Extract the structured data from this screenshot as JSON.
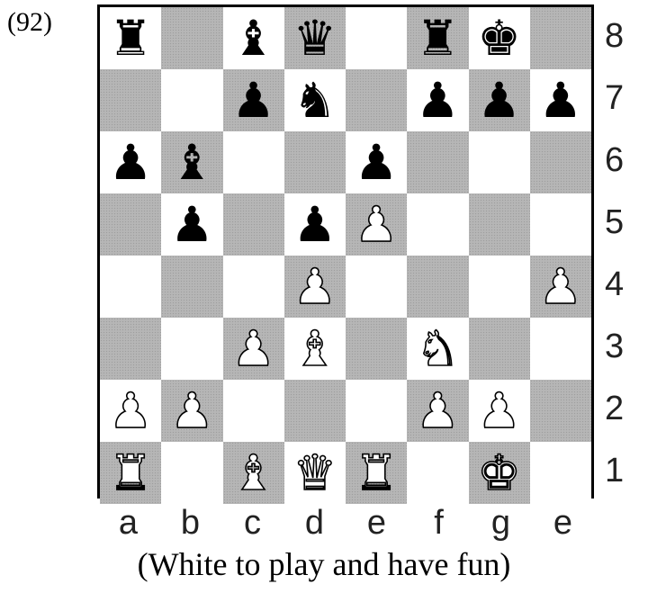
{
  "puzzle_number": "(92)",
  "caption": "(White to play and have fun)",
  "files": [
    "a",
    "b",
    "c",
    "d",
    "e",
    "f",
    "g",
    "e"
  ],
  "ranks": [
    "8",
    "7",
    "6",
    "5",
    "4",
    "3",
    "2",
    "1"
  ],
  "pieces": {
    "rank8": [
      {
        "glyph": "♜",
        "name": "black-rook-icon",
        "color": "black"
      },
      {
        "glyph": "",
        "name": "",
        "color": ""
      },
      {
        "glyph": "♝",
        "name": "black-bishop-icon",
        "color": "black"
      },
      {
        "glyph": "♛",
        "name": "black-queen-icon",
        "color": "black"
      },
      {
        "glyph": "",
        "name": "",
        "color": ""
      },
      {
        "glyph": "♜",
        "name": "black-rook-icon",
        "color": "black"
      },
      {
        "glyph": "♚",
        "name": "black-king-icon",
        "color": "black"
      },
      {
        "glyph": "",
        "name": "",
        "color": ""
      }
    ],
    "rank7": [
      {
        "glyph": "",
        "name": "",
        "color": ""
      },
      {
        "glyph": "",
        "name": "",
        "color": ""
      },
      {
        "glyph": "♟",
        "name": "black-pawn-icon",
        "color": "black"
      },
      {
        "glyph": "♞",
        "name": "black-knight-icon",
        "color": "black"
      },
      {
        "glyph": "",
        "name": "",
        "color": ""
      },
      {
        "glyph": "♟",
        "name": "black-pawn-icon",
        "color": "black"
      },
      {
        "glyph": "♟",
        "name": "black-pawn-icon",
        "color": "black"
      },
      {
        "glyph": "♟",
        "name": "black-pawn-icon",
        "color": "black"
      }
    ],
    "rank6": [
      {
        "glyph": "♟",
        "name": "black-pawn-icon",
        "color": "black"
      },
      {
        "glyph": "♝",
        "name": "black-bishop-icon",
        "color": "black"
      },
      {
        "glyph": "",
        "name": "",
        "color": ""
      },
      {
        "glyph": "",
        "name": "",
        "color": ""
      },
      {
        "glyph": "♟",
        "name": "black-pawn-icon",
        "color": "black"
      },
      {
        "glyph": "",
        "name": "",
        "color": ""
      },
      {
        "glyph": "",
        "name": "",
        "color": ""
      },
      {
        "glyph": "",
        "name": "",
        "color": ""
      }
    ],
    "rank5": [
      {
        "glyph": "",
        "name": "",
        "color": ""
      },
      {
        "glyph": "♟",
        "name": "black-pawn-icon",
        "color": "black"
      },
      {
        "glyph": "",
        "name": "",
        "color": ""
      },
      {
        "glyph": "♟",
        "name": "black-pawn-icon",
        "color": "black"
      },
      {
        "glyph": "♟",
        "name": "white-pawn-icon",
        "color": "white"
      },
      {
        "glyph": "",
        "name": "",
        "color": ""
      },
      {
        "glyph": "",
        "name": "",
        "color": ""
      },
      {
        "glyph": "",
        "name": "",
        "color": ""
      }
    ],
    "rank4": [
      {
        "glyph": "",
        "name": "",
        "color": ""
      },
      {
        "glyph": "",
        "name": "",
        "color": ""
      },
      {
        "glyph": "",
        "name": "",
        "color": ""
      },
      {
        "glyph": "♟",
        "name": "white-pawn-icon",
        "color": "white"
      },
      {
        "glyph": "",
        "name": "",
        "color": ""
      },
      {
        "glyph": "",
        "name": "",
        "color": ""
      },
      {
        "glyph": "",
        "name": "",
        "color": ""
      },
      {
        "glyph": "♟",
        "name": "white-pawn-icon",
        "color": "white"
      }
    ],
    "rank3": [
      {
        "glyph": "",
        "name": "",
        "color": ""
      },
      {
        "glyph": "",
        "name": "",
        "color": ""
      },
      {
        "glyph": "♟",
        "name": "white-pawn-icon",
        "color": "white"
      },
      {
        "glyph": "♝",
        "name": "white-bishop-icon",
        "color": "white"
      },
      {
        "glyph": "",
        "name": "",
        "color": ""
      },
      {
        "glyph": "♞",
        "name": "white-knight-icon",
        "color": "white"
      },
      {
        "glyph": "",
        "name": "",
        "color": ""
      },
      {
        "glyph": "",
        "name": "",
        "color": ""
      }
    ],
    "rank2": [
      {
        "glyph": "♟",
        "name": "white-pawn-icon",
        "color": "white"
      },
      {
        "glyph": "♟",
        "name": "white-pawn-icon",
        "color": "white"
      },
      {
        "glyph": "",
        "name": "",
        "color": ""
      },
      {
        "glyph": "",
        "name": "",
        "color": ""
      },
      {
        "glyph": "",
        "name": "",
        "color": ""
      },
      {
        "glyph": "♟",
        "name": "white-pawn-icon",
        "color": "white"
      },
      {
        "glyph": "♟",
        "name": "white-pawn-icon",
        "color": "white"
      },
      {
        "glyph": "",
        "name": "",
        "color": ""
      }
    ],
    "rank1": [
      {
        "glyph": "♜",
        "name": "white-rook-icon",
        "color": "white"
      },
      {
        "glyph": "",
        "name": "",
        "color": ""
      },
      {
        "glyph": "♝",
        "name": "white-bishop-icon",
        "color": "white"
      },
      {
        "glyph": "♛",
        "name": "white-queen-icon",
        "color": "white"
      },
      {
        "glyph": "♜",
        "name": "white-rook-icon",
        "color": "white"
      },
      {
        "glyph": "",
        "name": "",
        "color": ""
      },
      {
        "glyph": "♚",
        "name": "white-king-icon",
        "color": "white"
      },
      {
        "glyph": "",
        "name": "",
        "color": ""
      }
    ]
  }
}
